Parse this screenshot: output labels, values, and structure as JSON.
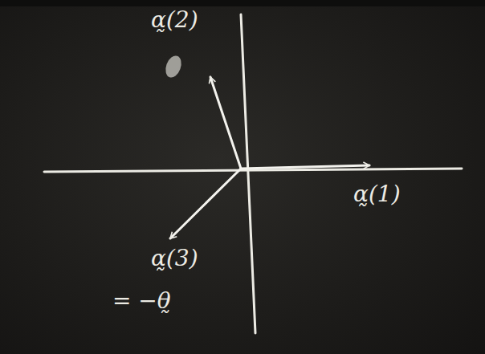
{
  "diagram": {
    "labels": [
      "α̰(2)",
      "α̰(1)",
      "α̰(3)",
      "= −θ̰"
    ]
  }
}
